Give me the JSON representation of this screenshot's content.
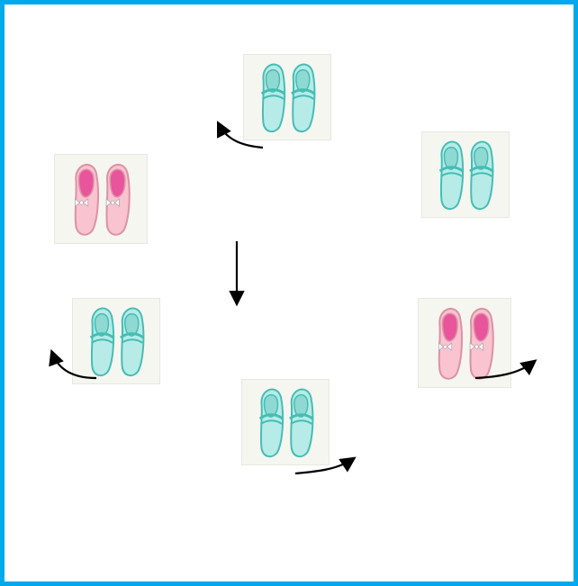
{
  "frame_color": "#00a9ec",
  "colors": {
    "teal_body": "#b6ebe8",
    "teal_outline": "#45bdb3",
    "teal_inner": "#8fd9d3",
    "pink_body": "#f9c3cf",
    "pink_outline": "#dc93a6",
    "pink_insole": "#e8559c",
    "bow": "#ffffff",
    "arrow": "#000000"
  },
  "shoes": [
    {
      "id": "top",
      "style": "teal",
      "icon": "teal-shoes-icon"
    },
    {
      "id": "upper-right",
      "style": "teal",
      "icon": "teal-shoes-icon"
    },
    {
      "id": "upper-left",
      "style": "pink",
      "icon": "pink-shoes-icon"
    },
    {
      "id": "lower-left",
      "style": "teal",
      "icon": "teal-shoes-icon"
    },
    {
      "id": "lower-right",
      "style": "pink",
      "icon": "pink-shoes-icon"
    },
    {
      "id": "bottom",
      "style": "teal",
      "icon": "teal-shoes-icon"
    }
  ],
  "arrows": [
    {
      "id": "arrow-near-top",
      "direction": "curved-up-left"
    },
    {
      "id": "arrow-center",
      "direction": "down"
    },
    {
      "id": "arrow-near-lower-left",
      "direction": "curved-up-left"
    },
    {
      "id": "arrow-near-bottom",
      "direction": "curved-up-right"
    },
    {
      "id": "arrow-near-lower-right",
      "direction": "curved-up-right"
    }
  ]
}
